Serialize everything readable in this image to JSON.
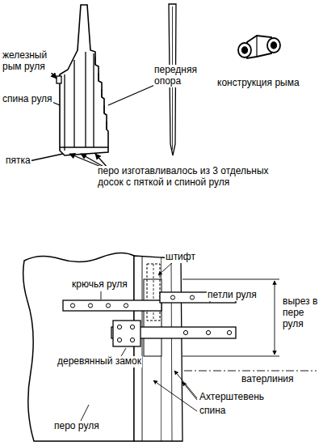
{
  "diagram": {
    "labels": [
      "железный рым руля",
      "передняя опора",
      "спина руля",
      "конструкция рыма",
      "пятка",
      "перо изготавливалось из 3 отдельных досок с пяткой и спиной руля",
      "штифт",
      "крючья руля",
      "петли руля",
      "вырез в пере руля",
      "деревянный замок",
      "ватерлиния",
      "Ахтерштевень",
      "спина",
      "перо руля"
    ]
  }
}
